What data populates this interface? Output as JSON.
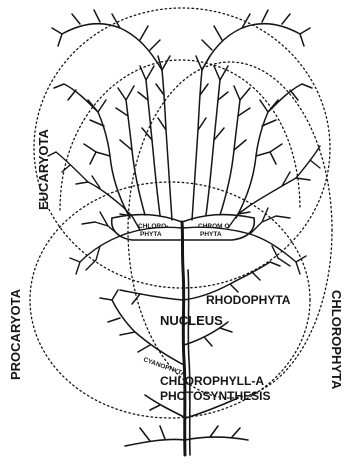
{
  "labels": {
    "eucaryota": "EUCARYOTA",
    "procaryota": "PROCARYOTA",
    "chlorophyta_side": "CHLOROPHYTA",
    "rhodophyta": "RHODOPHYTA",
    "nucleus": "NUCLEUS",
    "cyanophyta": "CYANOPHYTA",
    "chlorophyll_a": "CHLOROPHYLL-A",
    "photosynthesis": "PHOTOSYNTHESIS",
    "chloro_left": "CHLORO-",
    "phyta_left": "PHYTA",
    "chloro_right": "CHROM O",
    "phyta_right": "PHYTA"
  },
  "colors": {
    "ink": "#161616",
    "background": "#ffffff"
  }
}
